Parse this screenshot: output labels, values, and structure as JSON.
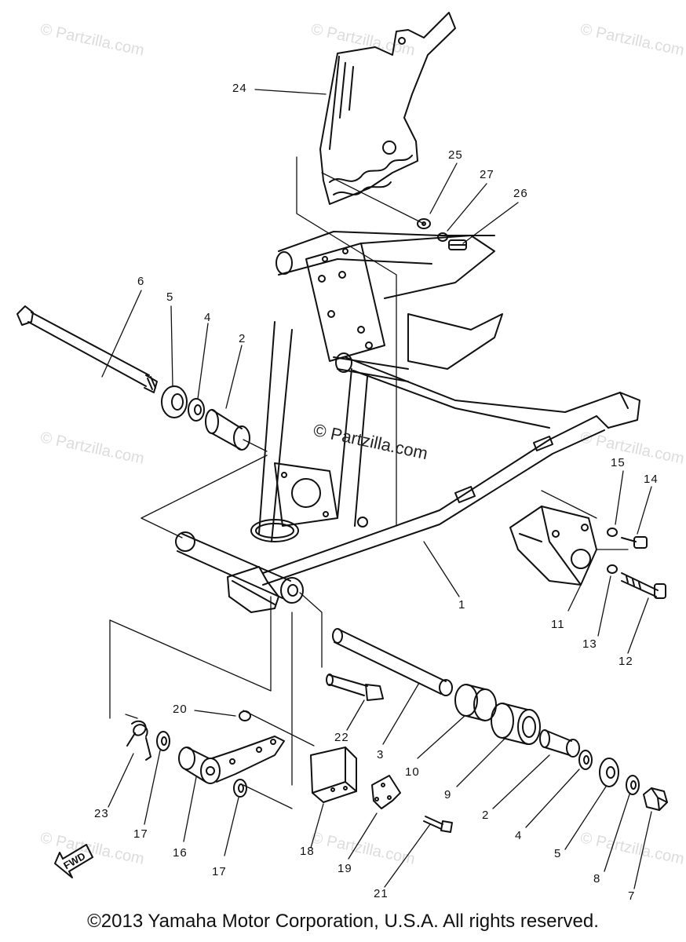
{
  "watermark": {
    "text": "© Partzilla.com",
    "center_text": "© Partzilla.com"
  },
  "callouts": {
    "c1": "1",
    "c2a": "2",
    "c2b": "2",
    "c3": "3",
    "c4a": "4",
    "c4b": "4",
    "c5a": "5",
    "c5b": "5",
    "c6": "6",
    "c7": "7",
    "c8": "8",
    "c9": "9",
    "c10": "10",
    "c11": "11",
    "c12": "12",
    "c13": "13",
    "c14": "14",
    "c15": "15",
    "c16": "16",
    "c17a": "17",
    "c17b": "17",
    "c18": "18",
    "c19": "19",
    "c20": "20",
    "c21": "21",
    "c22": "22",
    "c23": "23",
    "c24": "24",
    "c25": "25",
    "c26": "26",
    "c27": "27"
  },
  "fwd_label": "FWD",
  "copyright": "©2013  Yamaha Motor Corporation, U.S.A. All rights reserved.",
  "colors": {
    "ink": "#111111",
    "watermark": "#dcdcdc"
  }
}
